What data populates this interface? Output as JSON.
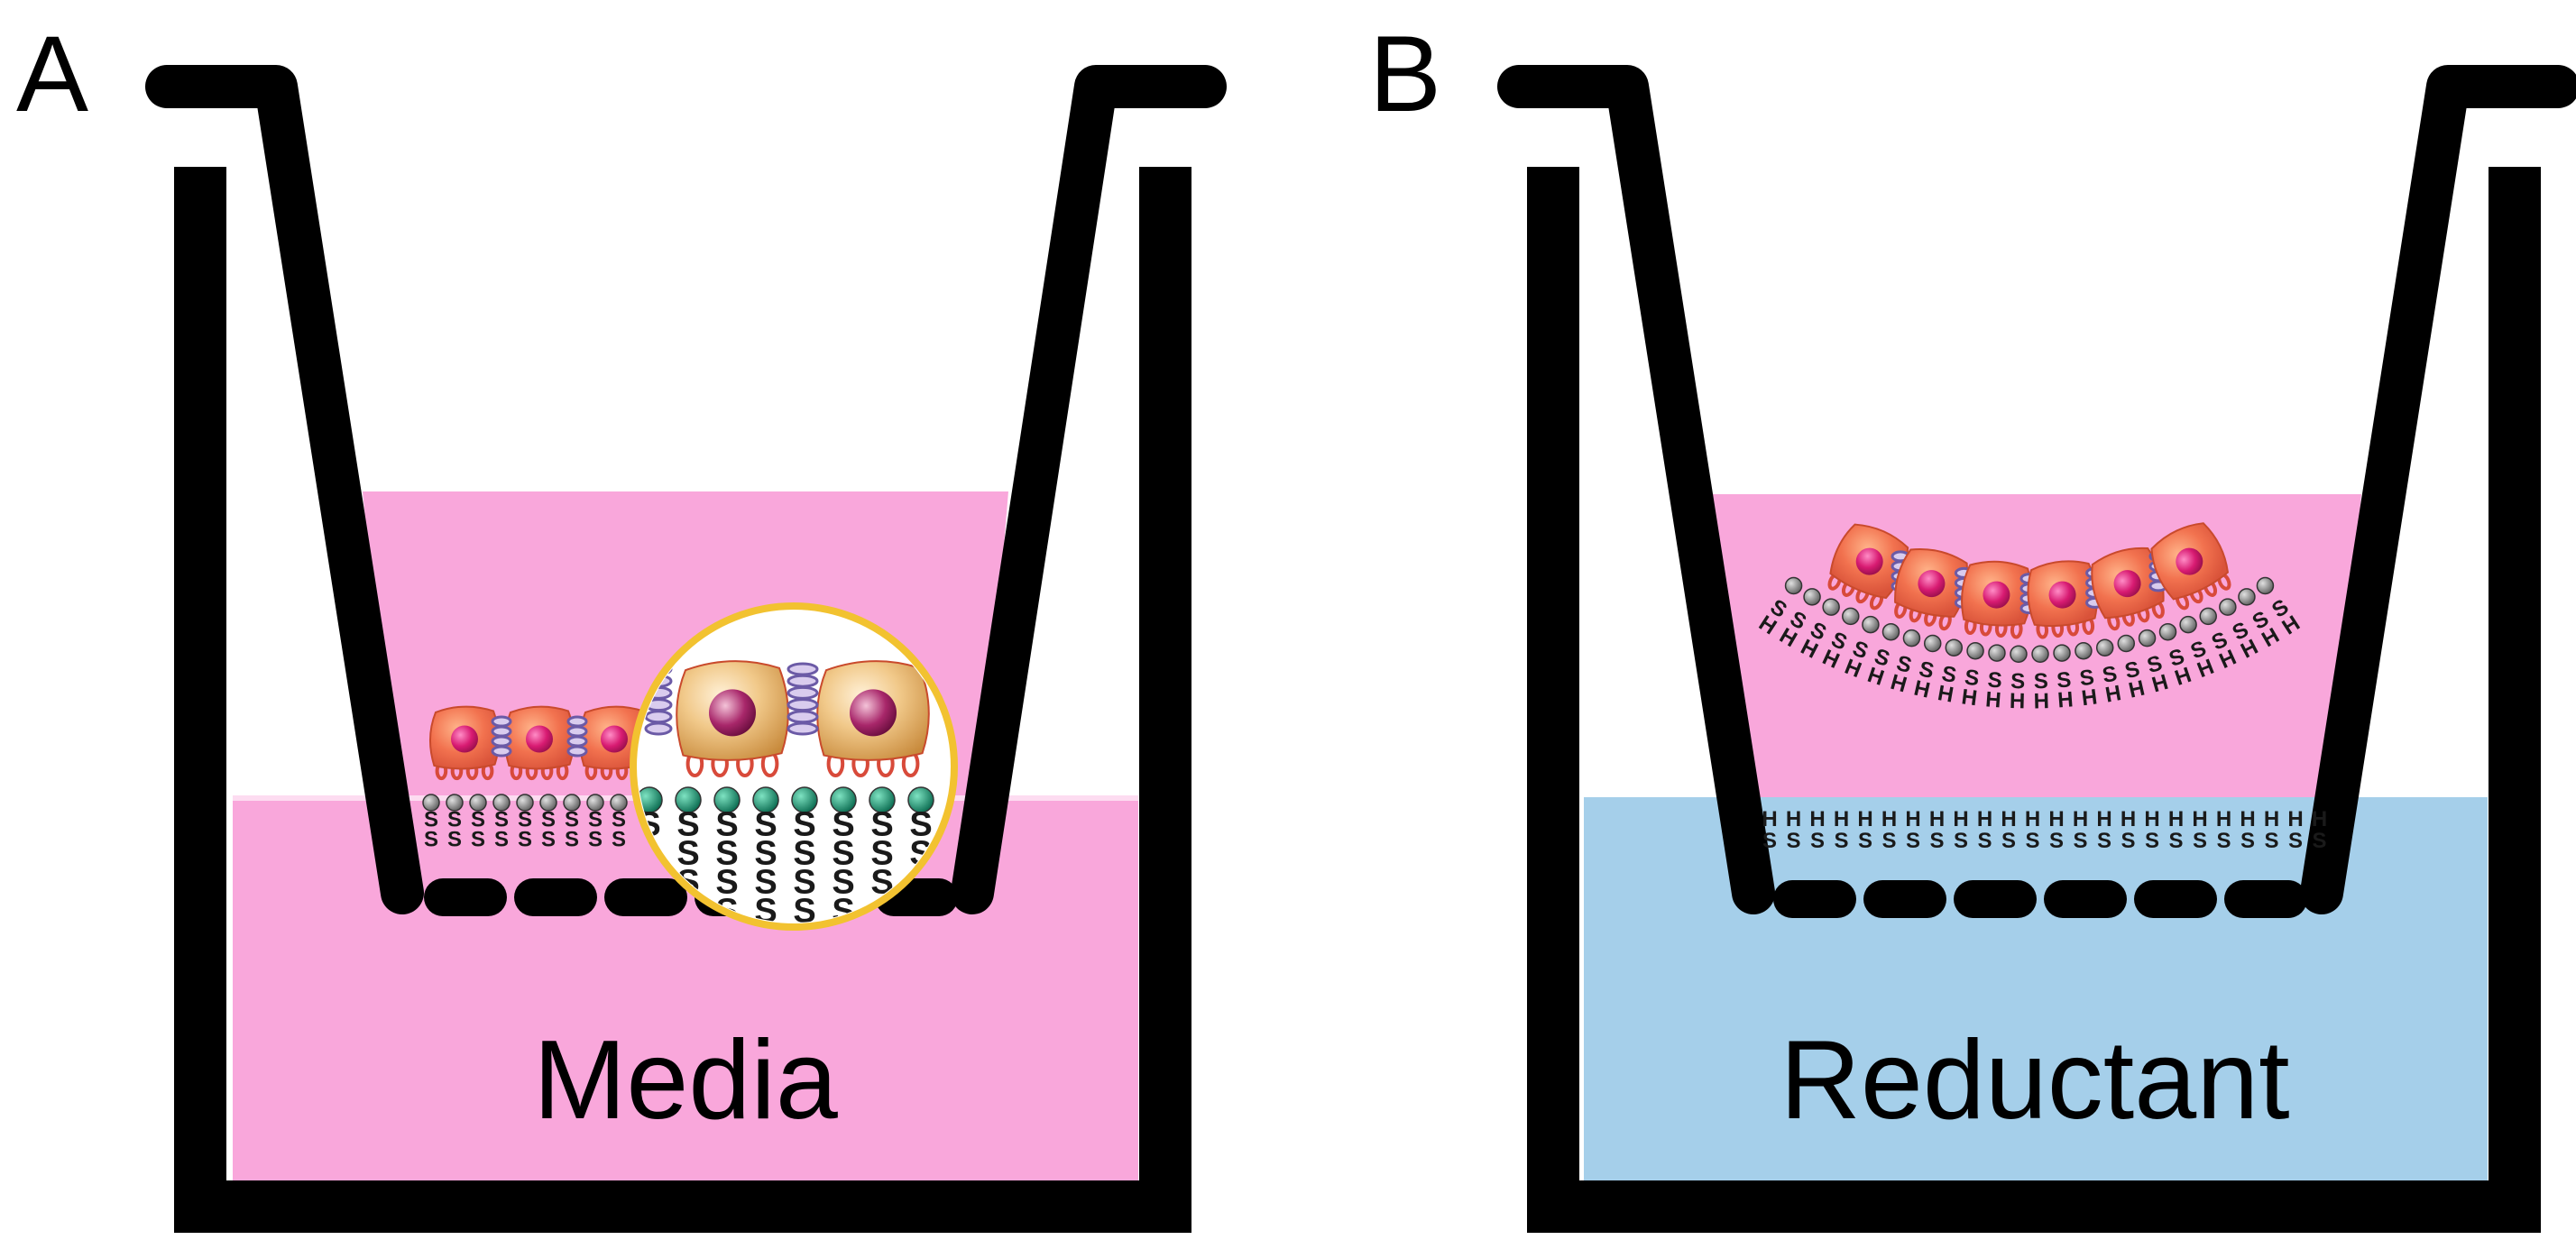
{
  "panels": [
    {
      "letter": "A",
      "well_liquid_label": "Media",
      "chem_upper": [
        "S",
        "S"
      ],
      "colors": {
        "insert_liquid": "#F9A7DB",
        "well_liquid": "#F9A7DB"
      }
    },
    {
      "letter": "B",
      "well_liquid_label": "Reductant",
      "chem_upper": [
        "S",
        "H"
      ],
      "colors": {
        "insert_liquid": "#F9A7DB",
        "well_liquid": "#A5CFEA"
      }
    }
  ],
  "zoom_inset": {
    "chem": [
      "S",
      "S"
    ]
  },
  "colors": {
    "frame": "#000000",
    "cell_body": "#F2724F",
    "cell_nucleus": "#D81B72",
    "junction": "#8A72B8",
    "anchor_bead": "#8E8E8E",
    "inset_bead": "#0E8F6C",
    "inset_ring": "#F2C230"
  }
}
